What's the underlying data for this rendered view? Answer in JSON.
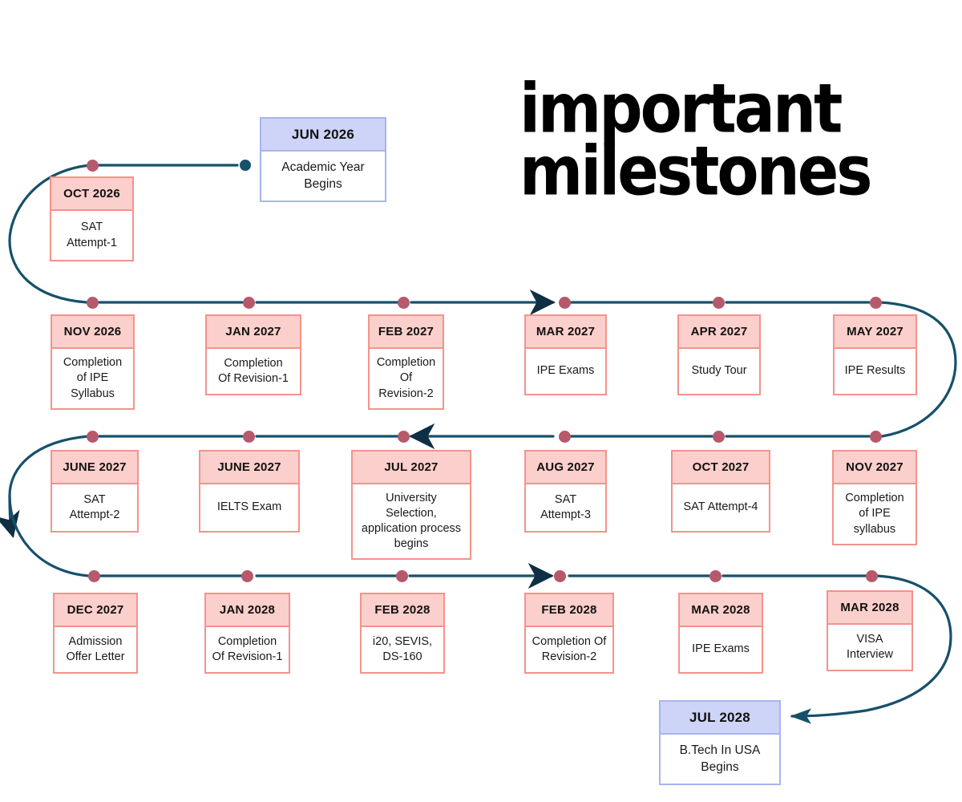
{
  "title": {
    "line1": "important",
    "line2": "milestones"
  },
  "colors": {
    "card_header_fill": "#FBCFCB",
    "card_border": "#F4938C",
    "card_body_fill": "#FFFFFF",
    "highlight_header_fill": "#CED4F7",
    "highlight_border": "#A8B4F0",
    "connector_line": "#17506B",
    "node_dot": "#B5596B",
    "node_dot_highlight": "#17506B",
    "text": "#111111"
  },
  "milestones": [
    {
      "id": "jun-2026",
      "date": "JUN 2026",
      "text": "Academic Year\nBegins",
      "style": "highlight",
      "row": 1
    },
    {
      "id": "oct-2026",
      "date": "OCT 2026",
      "text": "SAT\nAttempt-1",
      "style": "normal",
      "row": 1
    },
    {
      "id": "nov-2026",
      "date": "NOV 2026",
      "text": "Completion\nof IPE\nSyllabus",
      "style": "normal",
      "row": 2
    },
    {
      "id": "jan-2027",
      "date": "JAN 2027",
      "text": "Completion\nOf Revision-1",
      "style": "normal",
      "row": 2
    },
    {
      "id": "feb-2027",
      "date": "FEB 2027",
      "text": "Completion\nOf\nRevision-2",
      "style": "normal",
      "row": 2
    },
    {
      "id": "mar-2027",
      "date": "MAR 2027",
      "text": "IPE Exams",
      "style": "normal",
      "row": 2
    },
    {
      "id": "apr-2027",
      "date": "APR 2027",
      "text": "Study Tour",
      "style": "normal",
      "row": 2
    },
    {
      "id": "may-2027",
      "date": "MAY 2027",
      "text": "IPE  Results",
      "style": "normal",
      "row": 2
    },
    {
      "id": "june-2027-sat",
      "date": "JUNE 2027",
      "text": "SAT\nAttempt-2",
      "style": "normal",
      "row": 3
    },
    {
      "id": "june-2027-ielts",
      "date": "JUNE 2027",
      "text": "IELTS Exam",
      "style": "normal",
      "row": 3
    },
    {
      "id": "jul-2027",
      "date": "JUL 2027",
      "text": "University\nSelection,\napplication process\nbegins",
      "style": "normal",
      "row": 3
    },
    {
      "id": "aug-2027",
      "date": "AUG 2027",
      "text": "SAT\nAttempt-3",
      "style": "normal",
      "row": 3
    },
    {
      "id": "oct-2027",
      "date": "OCT 2027",
      "text": "SAT Attempt-4",
      "style": "normal",
      "row": 3
    },
    {
      "id": "nov-2027",
      "date": "NOV 2027",
      "text": "Completion\nof IPE\nsyllabus",
      "style": "normal",
      "row": 3
    },
    {
      "id": "dec-2027",
      "date": "DEC 2027",
      "text": "Admission\nOffer Letter",
      "style": "normal",
      "row": 4
    },
    {
      "id": "jan-2028",
      "date": "JAN 2028",
      "text": "Completion\nOf Revision-1",
      "style": "normal",
      "row": 4
    },
    {
      "id": "feb-2028-i20",
      "date": "FEB 2028",
      "text": "i20, SEVIS,\nDS-160",
      "style": "normal",
      "row": 4
    },
    {
      "id": "feb-2028-rev",
      "date": "FEB 2028",
      "text": "Completion Of\nRevision-2",
      "style": "normal",
      "row": 4
    },
    {
      "id": "mar-2028-ipe",
      "date": "MAR 2028",
      "text": "IPE Exams",
      "style": "normal",
      "row": 4
    },
    {
      "id": "mar-2028-visa",
      "date": "MAR 2028",
      "text": "VISA\nInterview",
      "style": "normal",
      "row": 4
    },
    {
      "id": "jul-2028",
      "date": "JUL 2028",
      "text": "B.Tech In USA\nBegins",
      "style": "highlight",
      "row": 5
    }
  ]
}
